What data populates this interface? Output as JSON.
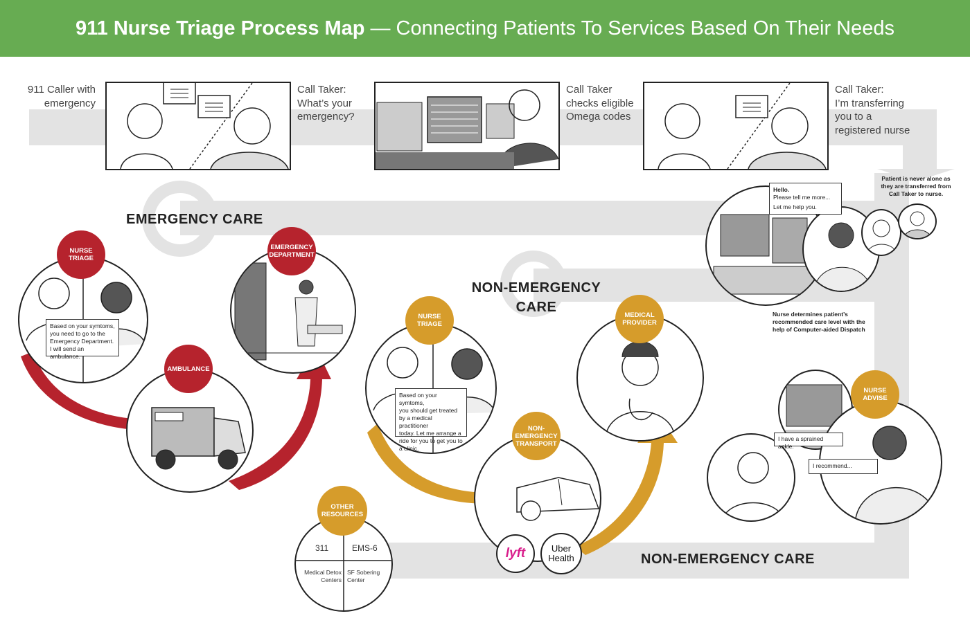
{
  "header": {
    "title_bold": "911 Nurse Triage Process Map",
    "separator": "—",
    "title_light": "Connecting Patients To Services Based On Their Needs"
  },
  "colors": {
    "header_green": "#67ac52",
    "emergency_red": "#b6232d",
    "nonemergency_gold": "#d69c2b",
    "path_gray": "#e3e3e3"
  },
  "top_row": {
    "step1_caption": [
      "911 Caller with",
      "emergency"
    ],
    "step2_caption": [
      "Call Taker:",
      "What’s your",
      "emergency?"
    ],
    "step3_caption": [
      "Call Taker",
      "checks eligible",
      "Omega codes"
    ],
    "step4_caption": [
      "Call Taker:",
      "I’m transferring",
      "you to a",
      "registered nurse"
    ]
  },
  "notes": {
    "never_alone": [
      "Patient is never alone as",
      "they are transferred from",
      "Call Taker to nurse."
    ],
    "nurse_determines": [
      "Nurse determines patient’s",
      "recommended care level with the",
      "help of Computer-aided Dispatch"
    ]
  },
  "nurse_station": {
    "bubble_title": "Hello.",
    "bubble_line1": "Please tell me more...",
    "bubble_line2": "Let me help you."
  },
  "sections": {
    "emergency": "EMERGENCY CARE",
    "non_emergency_mid_1": "NON-EMERGENCY",
    "non_emergency_mid_2": "CARE",
    "non_emergency_bottom": "NON-EMERGENCY CARE"
  },
  "emergency_path": {
    "nurse_triage_badge": [
      "NURSE",
      "TRIAGE"
    ],
    "nurse_triage_bubble": [
      "Based on your symtoms,",
      "you need to go to the",
      "Emergency Department.",
      "I will send an ambulance."
    ],
    "ambulance_badge": "AMBULANCE",
    "ed_badge": [
      "EMERGENCY",
      "DEPARTMENT"
    ]
  },
  "non_emergency_path": {
    "nurse_triage_badge": [
      "NURSE",
      "TRIAGE"
    ],
    "nurse_triage_bubble": [
      "Based on your symtoms,",
      "you should get treated",
      "by a medical practitioner",
      "today. Let me arrange a",
      "ride for you to get you to",
      "a clinic."
    ],
    "transport_badge": [
      "NON-",
      "EMERGENCY",
      "TRANSPORT"
    ],
    "provider_badge": [
      "MEDICAL",
      "PROVIDER"
    ],
    "lyft_logo": "lyft",
    "uber_logo": [
      "Uber",
      "Health"
    ]
  },
  "nurse_advise": {
    "badge": [
      "NURSE",
      "ADVISE"
    ],
    "patient_bubble": "I have a sprained ankle.",
    "nurse_bubble": "I recommend..."
  },
  "other_resources": {
    "badge": [
      "OTHER",
      "RESOURCES"
    ],
    "q1": "311",
    "q2": "EMS-6",
    "q3": [
      "Medical Detox",
      "Centers"
    ],
    "q4": [
      "SF Sobering",
      "Center"
    ]
  }
}
